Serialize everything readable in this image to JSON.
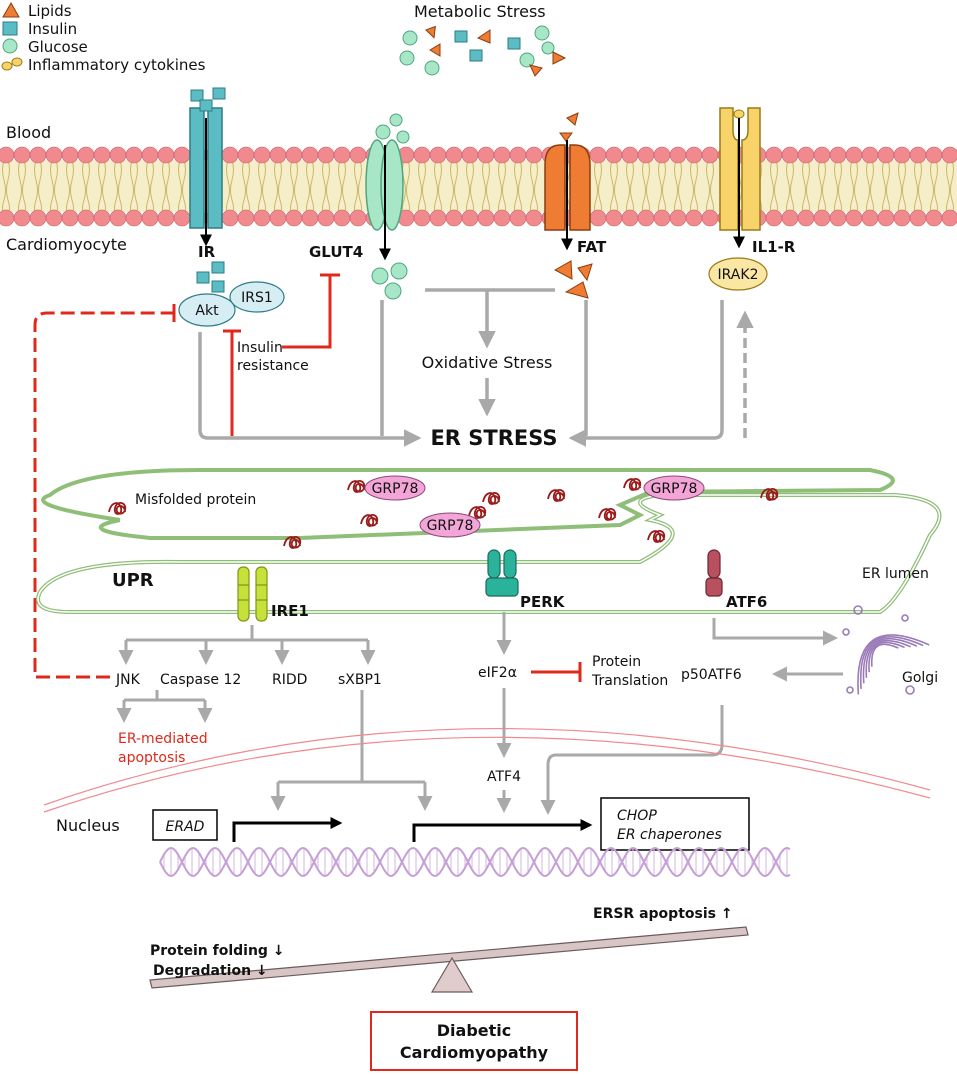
{
  "legend": {
    "lipids": "Lipids",
    "insulin": "Insulin",
    "glucose": "Glucose",
    "cytokines": "Inflammatory cytokines"
  },
  "metabolic_stress": "Metabolic Stress",
  "compartments": {
    "blood": "Blood",
    "cardiomyocyte": "Cardiomyocyte",
    "er_lumen": "ER lumen",
    "nucleus": "Nucleus"
  },
  "receptors": {
    "ir": "IR",
    "glut4": "GLUT4",
    "fat": "FAT",
    "il1r": "IL1-R"
  },
  "signaling": {
    "akt": "Akt",
    "irs1": "IRS1",
    "irak2": "IRAK2",
    "insulin_resistance_1": "Insulin",
    "insulin_resistance_2": "resistance",
    "oxidative_stress": "Oxidative Stress",
    "er_stress": "ER STRESS"
  },
  "er": {
    "misfolded": "Misfolded protein",
    "grp78": "GRP78",
    "upr": "UPR",
    "ire1": "IRE1",
    "perk": "PERK",
    "atf6": "ATF6"
  },
  "downstream": {
    "jnk": "JNK",
    "caspase12": "Caspase 12",
    "ridd": "RIDD",
    "sxbp1": "sXBP1",
    "er_apoptosis_1": "ER-mediated",
    "er_apoptosis_2": "apoptosis",
    "eif2a": "eIF2α",
    "protein_translation_1": "Protein",
    "protein_translation_2": "Translation",
    "atf4": "ATF4",
    "p50atf6": "p50ATF6",
    "golgi": "Golgi"
  },
  "nucleus_genes": {
    "erad": "ERAD",
    "chop": "CHOP",
    "er_chaperones": "ER chaperones"
  },
  "balance": {
    "protein_folding": "Protein folding ↓",
    "degradation": "Degradation ↓",
    "ersr_apoptosis": "ERSR apoptosis ↑"
  },
  "outcome": {
    "line1": "Diabetic",
    "line2": "Cardiomyopathy"
  },
  "colors": {
    "lipid": "#ee7d33",
    "insulin": "#5bbcc4",
    "glucose": "#a8e6c8",
    "cytokine": "#f7d36a",
    "membrane_head": "#f08a8f",
    "red": "#e0281c",
    "gray_arrow": "#a9a9a9",
    "er_green": "#8fbe78",
    "grp78": "#f2a5d6",
    "misfolded": "#9b1b1b",
    "ire1": "#c6e23a",
    "perk": "#2bb29a",
    "atf6": "#b9505d",
    "golgi": "#9a7ab8",
    "dna": "#c59fd6"
  }
}
